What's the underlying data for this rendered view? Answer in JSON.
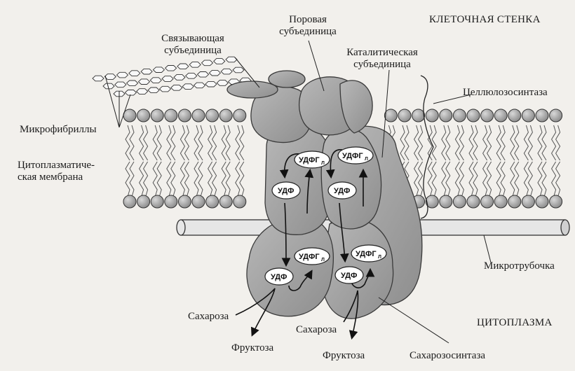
{
  "labels": {
    "cell_wall": "КЛЕТОЧНАЯ СТЕНКА",
    "pore_subunit_line1": "Поровая",
    "pore_subunit_line2": "субъединица",
    "binding_subunit_line1": "Связывающая",
    "binding_subunit_line2": "субъединица",
    "catalytic_subunit_line1": "Каталитическая",
    "catalytic_subunit_line2": "субъединица",
    "cellulose_synthase": "Целлюлозосинтаза",
    "microfibrils": "Микрофибриллы",
    "cytoplasmic_membrane_line1": "Цитоплазматиче-",
    "cytoplasmic_membrane_line2": "ская мембрана",
    "microtubule": "Микротрубочка",
    "cytoplasm": "ЦИТОПЛАЗМА",
    "sucrose_left": "Сахароза",
    "sucrose_right": "Сахароза",
    "fructose_left": "Фруктоза",
    "fructose_right": "Фруктоза",
    "sucrose_synthase": "Сахарозосинтаза"
  },
  "molecules": {
    "udp": "УДФ",
    "udpg": "УДФГ",
    "udpg_sub": "Л"
  },
  "colors": {
    "protein_fill": "#a9a9a9",
    "protein_stroke": "#3a3a3a",
    "lipid_head": "#9c9c9c",
    "background": "#f2f0ec"
  }
}
